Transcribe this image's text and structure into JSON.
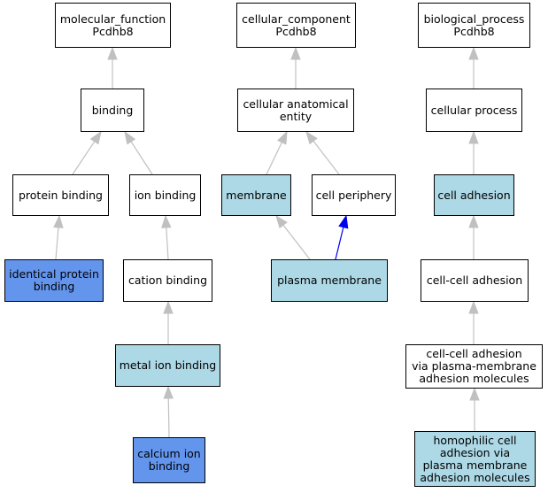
{
  "colors": {
    "plain": "#ffffff",
    "light": "#add8e6",
    "dark": "#6495ed",
    "edge_gray": "#c0c0c0",
    "edge_blue": "#0000ee"
  },
  "nodes": [
    {
      "id": "molecular_function",
      "label": "molecular_function\nPcdhb8",
      "fill": "plain"
    },
    {
      "id": "cellular_component",
      "label": "cellular_component\nPcdhb8",
      "fill": "plain"
    },
    {
      "id": "biological_process",
      "label": "biological_process\nPcdhb8",
      "fill": "plain"
    },
    {
      "id": "binding",
      "label": "binding",
      "fill": "plain"
    },
    {
      "id": "cellular_anatomical_entity",
      "label": "cellular anatomical\nentity",
      "fill": "plain"
    },
    {
      "id": "cellular_process",
      "label": "cellular process",
      "fill": "plain"
    },
    {
      "id": "protein_binding",
      "label": "protein binding",
      "fill": "plain"
    },
    {
      "id": "ion_binding",
      "label": "ion binding",
      "fill": "plain"
    },
    {
      "id": "membrane",
      "label": "membrane",
      "fill": "light"
    },
    {
      "id": "cell_periphery",
      "label": "cell periphery",
      "fill": "plain"
    },
    {
      "id": "cell_adhesion",
      "label": "cell adhesion",
      "fill": "light"
    },
    {
      "id": "identical_protein_binding",
      "label": "identical protein\nbinding",
      "fill": "dark"
    },
    {
      "id": "cation_binding",
      "label": "cation binding",
      "fill": "plain"
    },
    {
      "id": "plasma_membrane",
      "label": "plasma membrane",
      "fill": "light"
    },
    {
      "id": "cell_cell_adhesion",
      "label": "cell-cell adhesion",
      "fill": "plain"
    },
    {
      "id": "metal_ion_binding",
      "label": "metal ion binding",
      "fill": "light"
    },
    {
      "id": "cell_cell_adhesion_pm",
      "label": "cell-cell adhesion\nvia plasma-membrane\nadhesion molecules",
      "fill": "plain"
    },
    {
      "id": "calcium_ion_binding",
      "label": "calcium ion\nbinding",
      "fill": "dark"
    },
    {
      "id": "homophilic_cell_adhesion",
      "label": "homophilic cell\nadhesion via\nplasma membrane\nadhesion molecules",
      "fill": "light"
    }
  ],
  "edges": [
    {
      "from": "binding",
      "to": "molecular_function",
      "color": "edge_gray"
    },
    {
      "from": "protein_binding",
      "to": "binding",
      "color": "edge_gray"
    },
    {
      "from": "ion_binding",
      "to": "binding",
      "color": "edge_gray"
    },
    {
      "from": "identical_protein_binding",
      "to": "protein_binding",
      "color": "edge_gray"
    },
    {
      "from": "cation_binding",
      "to": "ion_binding",
      "color": "edge_gray"
    },
    {
      "from": "metal_ion_binding",
      "to": "cation_binding",
      "color": "edge_gray"
    },
    {
      "from": "calcium_ion_binding",
      "to": "metal_ion_binding",
      "color": "edge_gray"
    },
    {
      "from": "cellular_anatomical_entity",
      "to": "cellular_component",
      "color": "edge_gray"
    },
    {
      "from": "membrane",
      "to": "cellular_anatomical_entity",
      "color": "edge_gray"
    },
    {
      "from": "cell_periphery",
      "to": "cellular_anatomical_entity",
      "color": "edge_gray"
    },
    {
      "from": "plasma_membrane",
      "to": "membrane",
      "color": "edge_gray"
    },
    {
      "from": "plasma_membrane",
      "to": "cell_periphery",
      "color": "edge_blue"
    },
    {
      "from": "cellular_process",
      "to": "biological_process",
      "color": "edge_gray"
    },
    {
      "from": "cell_adhesion",
      "to": "cellular_process",
      "color": "edge_gray"
    },
    {
      "from": "cell_cell_adhesion",
      "to": "cell_adhesion",
      "color": "edge_gray"
    },
    {
      "from": "cell_cell_adhesion_pm",
      "to": "cell_cell_adhesion",
      "color": "edge_gray"
    },
    {
      "from": "homophilic_cell_adhesion",
      "to": "cell_cell_adhesion_pm",
      "color": "edge_gray"
    }
  ]
}
